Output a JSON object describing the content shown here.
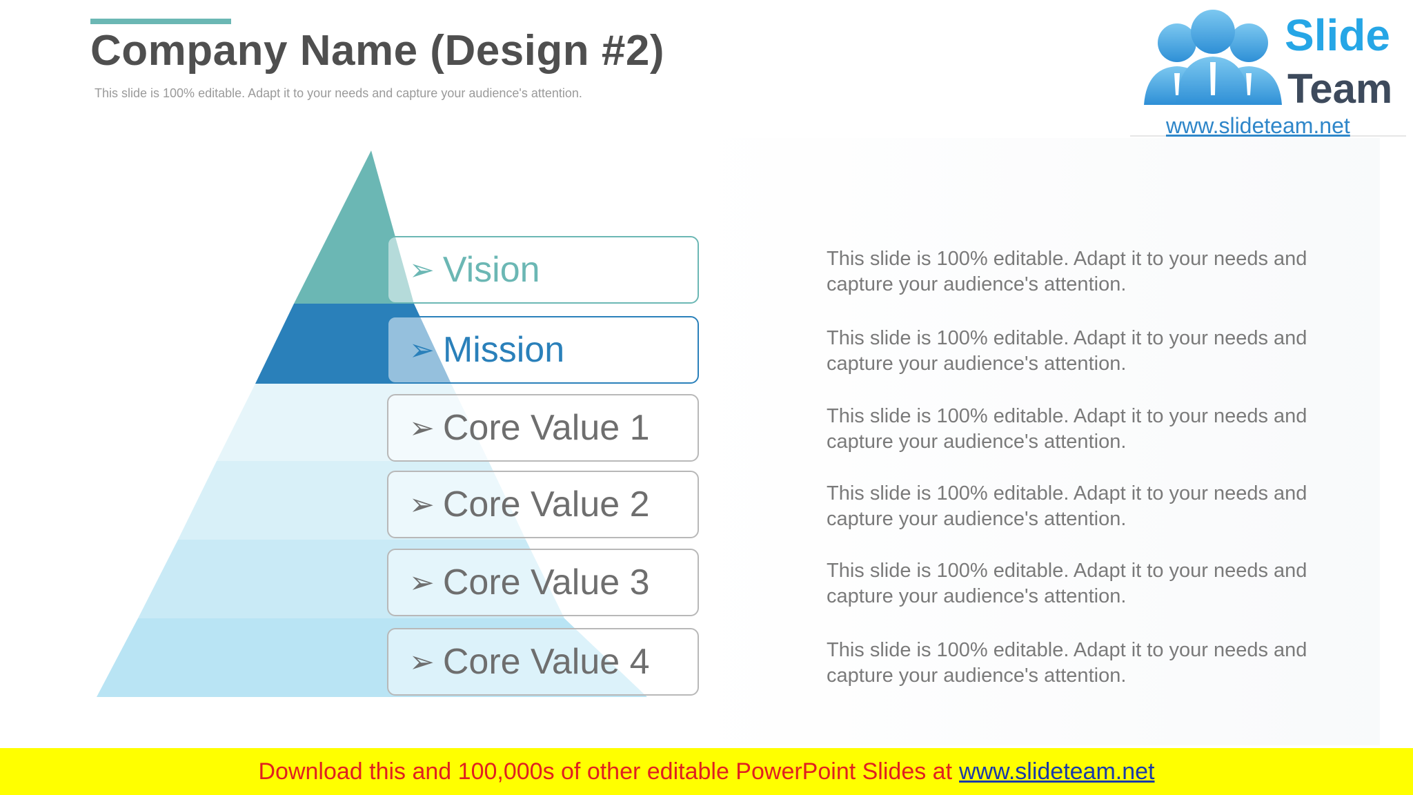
{
  "slide": {
    "title": "Company Name (Design #2)",
    "subtitle": "This slide is 100% editable. Adapt it to your needs and capture your audience's attention."
  },
  "logo": {
    "word1": "Slide",
    "word2": "Team",
    "url": "www.slideteam.net"
  },
  "pyramid": {
    "arrow_glyph": "➢",
    "levels": [
      {
        "label": "Vision",
        "color": "#6bb7b4"
      },
      {
        "label": "Mission",
        "color": "#2a80ba"
      },
      {
        "label": "Core Value 1",
        "color": "#e6f5fa"
      },
      {
        "label": "Core Value 2",
        "color": "#d8f0f8"
      },
      {
        "label": "Core Value 3",
        "color": "#c9eaf6"
      },
      {
        "label": "Core Value 4",
        "color": "#b9e4f4"
      }
    ]
  },
  "descriptions": [
    {
      "text": "This slide is 100% editable. Adapt it to your needs and capture your audience's attention."
    },
    {
      "text": "This slide is 100% editable. Adapt it to your needs and capture your audience's attention."
    },
    {
      "text": "This slide is 100% editable. Adapt it to your needs and capture your audience's attention."
    },
    {
      "text": "This slide is 100% editable. Adapt it to your needs and capture your audience's attention."
    },
    {
      "text": "This slide is 100% editable. Adapt it to your needs and capture your audience's attention."
    },
    {
      "text": "This slide is 100% editable. Adapt it to your needs and capture your audience's attention."
    }
  ],
  "banner": {
    "text": "Download this and 100,000s of other editable PowerPoint Slides at",
    "link": "www.slideteam.net"
  },
  "colors": {
    "accent": "#6bb7b4",
    "banner_bg": "#ffff00",
    "banner_text": "#e02020"
  }
}
